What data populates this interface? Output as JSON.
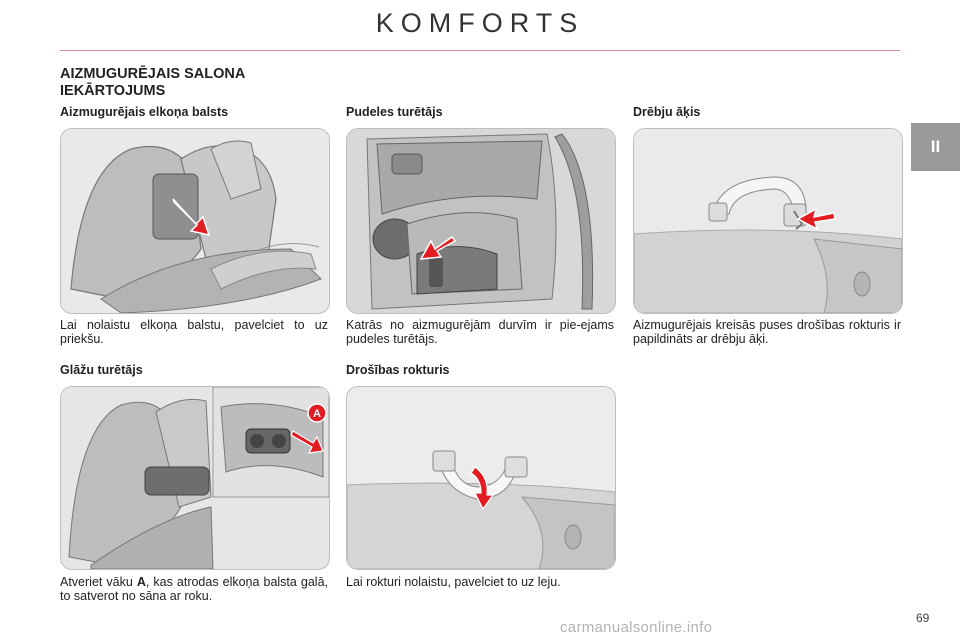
{
  "header": {
    "title": "KOMFORTS"
  },
  "chapter_tab": "II",
  "section_heading_line1": "AIZMUGURĒJAIS SALONA",
  "section_heading_line2": "IEKĀRTOJUMS",
  "items": [
    {
      "heading": "Aizmugurējais elkoņa balsts",
      "caption": "Lai nolaistu elkoņa balstu, pavelciet to uz priekšu."
    },
    {
      "heading": "Pudeles turētājs",
      "caption": "Katrās no aizmugurējām durvīm ir pie-ejams pudeles turētājs."
    },
    {
      "heading": "Drēbju āķis",
      "caption": "Aizmugurējais kreisās puses drošības rokturis ir papildināts ar drēbju āķi."
    },
    {
      "heading": "Glāžu turētājs",
      "caption_before": "Atveriet vāku ",
      "caption_bold": "A",
      "caption_after": ", kas atrodas elkoņa balsta galā, to satverot no sāna ar roku.",
      "marker_label": "A"
    },
    {
      "heading": "Drošības rokturis",
      "caption": "Lai rokturi nolaistu, pavelciet to uz leju."
    }
  ],
  "page_number": "69",
  "watermark": "carmanualsonline.info",
  "colors": {
    "accent": "#e31b23",
    "title_rule": "#d98a98",
    "tab": "#9a9a9a"
  }
}
